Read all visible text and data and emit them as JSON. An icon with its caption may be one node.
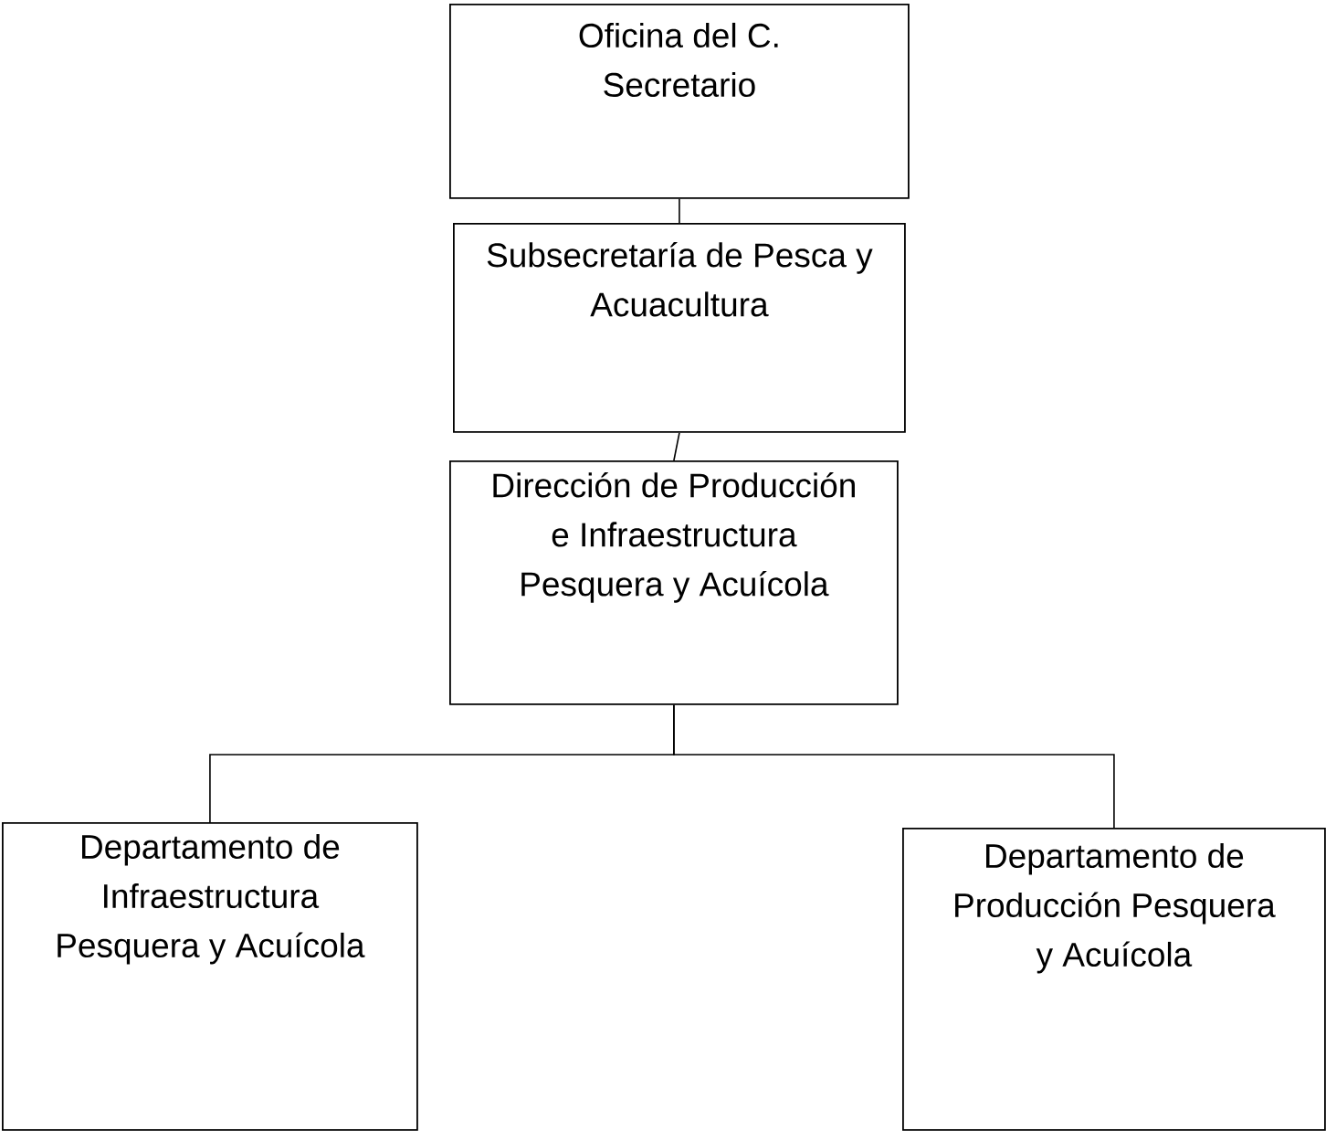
{
  "diagram": {
    "nodes": [
      {
        "text": [
          "Oficina del C. Secretario"
        ]
      },
      {
        "text": [
          "Subsecretaría de Pesca y Acuacultura"
        ]
      },
      {
        "text": [
          "Dirección de Producción e Infraestructura Pesquera y Acuícola"
        ]
      },
      {
        "text": [
          "Departamento de Infraestructura Pesquera y Acuícola"
        ]
      },
      {
        "text": [
          "Departamento de Producción Pesquera y Acuícola"
        ]
      }
    ],
    "edges": [
      {
        "from": 0,
        "to": 1,
        "arrow": "none"
      },
      {
        "from": 1,
        "to": 2,
        "arrow": "none"
      },
      {
        "from": 2,
        "to": 3,
        "arrow": "none"
      },
      {
        "from": 2,
        "to": 4,
        "arrow": "none"
      }
    ]
  }
}
